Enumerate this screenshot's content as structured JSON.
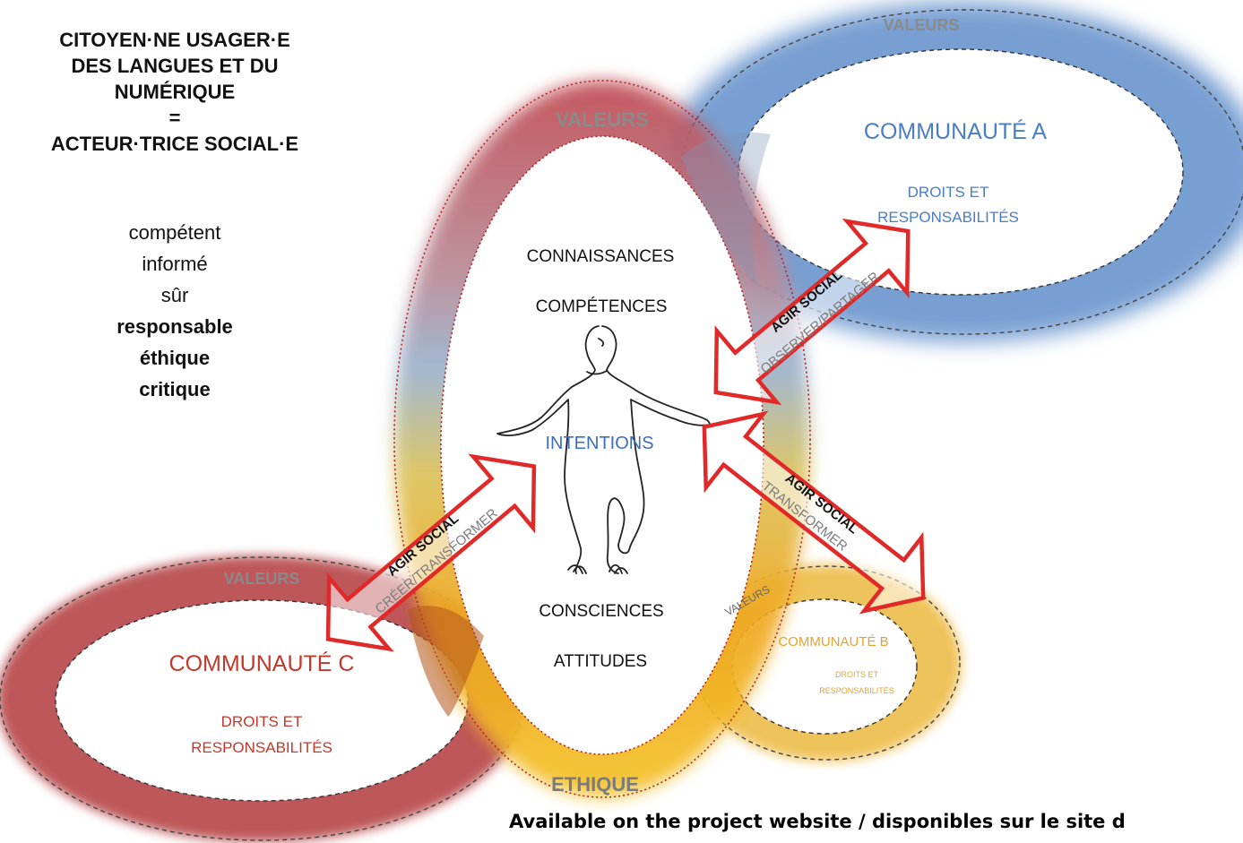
{
  "citizen": {
    "line1": "CITOYEN·NE USAGER·E",
    "line2": "DES LANGUES ET DU",
    "line3": "NUMÉRIQUE",
    "equals": "=",
    "line4": "ACTEUR·TRICE SOCIAL·E",
    "qualities": [
      "compétent",
      "informé",
      "sûr",
      "responsable",
      "éthique",
      "critique"
    ]
  },
  "center": {
    "valeurs": "VALEURS",
    "ethique": "ETHIQUE",
    "connaissances": "CONNAISSANCES",
    "competences": "COMPÉTENCES",
    "intentions": "INTENTIONS",
    "consciences": "CONSCIENCES",
    "attitudes": "ATTITUDES"
  },
  "community_a": {
    "valeurs": "VALEURS",
    "title": "COMMUNAUTÉ A",
    "rights_line1": "DROITS ET",
    "rights_line2": "RESPONSABILITÉS"
  },
  "community_b": {
    "valeurs": "VALEURS",
    "title": "COMMUNAUTÉ B",
    "rights_line1": "DROITS ET",
    "rights_line2": "RESPONSABILITÉS"
  },
  "community_c": {
    "valeurs": "VALEURS",
    "title": "COMMUNAUTÉ C",
    "rights_line1": "DROITS ET",
    "rights_line2": "RESPONSABILITÉS"
  },
  "arrows": {
    "a_action": "AGIR SOCIAL",
    "a_verbs": "OBSERVER/PARTAGER",
    "b_action": "AGIR SOCIAL",
    "b_verbs": "TRANSFORMER",
    "c_action": "AGIR SOCIAL",
    "c_verbs": "CRÉER/TRANSFORMER"
  },
  "footer": "Available on the project website / disponibles sur le site d",
  "colors": {
    "community_a": "#4a7ec2",
    "community_b": "#e2a232",
    "community_c": "#b9474a",
    "arrow": "#e02a2a",
    "center_label": "#8a8a8a"
  }
}
